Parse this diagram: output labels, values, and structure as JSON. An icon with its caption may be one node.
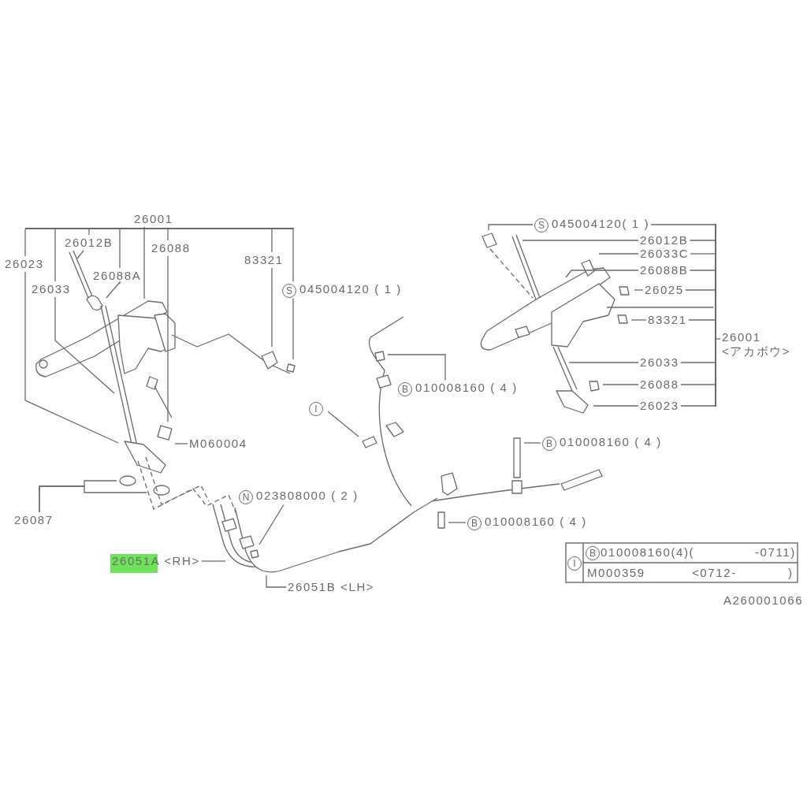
{
  "diagram": {
    "nodes": [
      {
        "text": [
          "26001"
        ]
      },
      {
        "text": [
          "26012B"
        ]
      },
      {
        "text": [
          "26088A"
        ]
      },
      {
        "text": [
          "26088"
        ]
      },
      {
        "text": [
          "26023"
        ]
      },
      {
        "text": [
          "26033"
        ]
      },
      {
        "text": [
          "83321"
        ]
      },
      {
        "text": [
          "S",
          "045004120 ( 1 )"
        ]
      },
      {
        "text": [
          "M060004"
        ]
      },
      {
        "text": [
          "26087"
        ]
      },
      {
        "text": [
          "N",
          "023808000 ( 2 )"
        ]
      },
      {
        "text": [
          "26051A <RH>"
        ]
      },
      {
        "text": [
          "26051B <LH>"
        ]
      },
      {
        "text": [
          "B",
          "010008160 ( 4 )"
        ]
      },
      {
        "text": [
          "I"
        ]
      },
      {
        "text": [
          "B",
          "010008160 ( 4 )"
        ]
      },
      {
        "text": [
          "B",
          "010008160 ( 4 )"
        ]
      },
      {
        "text": [
          "S",
          "045004120( 1 )"
        ]
      },
      {
        "text": [
          "26012B"
        ]
      },
      {
        "text": [
          "26033C"
        ]
      },
      {
        "text": [
          "26088B"
        ]
      },
      {
        "text": [
          "26025"
        ]
      },
      {
        "text": [
          "83321"
        ]
      },
      {
        "text": [
          "26001 <アカボウ>"
        ]
      },
      {
        "text": [
          "26033"
        ]
      },
      {
        "text": [
          "26088"
        ]
      },
      {
        "text": [
          "26023"
        ]
      },
      {
        "text": [
          "I"
        ]
      },
      {
        "text": [
          "B"
        ]
      },
      {
        "text": [],
        "shape": "bar"
      },
      {
        "text": [],
        "shape": "bar"
      }
    ],
    "edges": [
      {
        "from": 0,
        "to": null,
        "arrow": "none"
      },
      {
        "from": 1,
        "to": null,
        "arrow": "none"
      },
      {
        "from": 2,
        "to": null,
        "arrow": "none"
      },
      {
        "from": 3,
        "to": null,
        "arrow": "none"
      },
      {
        "from": 4,
        "to": null,
        "arrow": "none"
      },
      {
        "from": 5,
        "to": null,
        "arrow": "none"
      },
      {
        "from": 6,
        "to": null,
        "arrow": "none"
      },
      {
        "from": 7,
        "to": null,
        "arrow": "none"
      },
      {
        "from": 8,
        "to": null,
        "arrow": "none"
      },
      {
        "from": 9,
        "to": null,
        "arrow": "none"
      },
      {
        "from": 9,
        "to": null,
        "arrow": "none"
      },
      {
        "from": 10,
        "to": null,
        "arrow": "none"
      },
      {
        "from": 11,
        "to": null,
        "arrow": "none"
      },
      {
        "from": 12,
        "to": null,
        "arrow": "none"
      },
      {
        "from": 13,
        "to": null,
        "arrow": "none"
      },
      {
        "from": 14,
        "to": null,
        "arrow": "none"
      },
      {
        "from": 15,
        "to": null,
        "arrow": "none"
      },
      {
        "from": 16,
        "to": null,
        "arrow": "none"
      },
      {
        "from": 17,
        "to": null,
        "arrow": "none"
      },
      {
        "from": 18,
        "to": null,
        "arrow": "none"
      },
      {
        "from": 19,
        "to": null,
        "arrow": "none"
      },
      {
        "from": 20,
        "to": null,
        "arrow": "none"
      },
      {
        "from": 21,
        "to": null,
        "arrow": "none"
      },
      {
        "from": 22,
        "to": null,
        "arrow": "none"
      },
      {
        "from": 23,
        "to": 30,
        "arrow": "none"
      },
      {
        "from": 24,
        "to": null,
        "arrow": "none"
      },
      {
        "from": 25,
        "to": null,
        "arrow": "none"
      },
      {
        "from": 26,
        "to": null,
        "arrow": "none"
      },
      {
        "from": 30,
        "to": null,
        "arrow": "none"
      },
      {
        "from": 4,
        "to": 29,
        "arrow": "none"
      },
      {
        "from": 5,
        "to": 29,
        "arrow": "none"
      },
      {
        "from": 1,
        "to": 29,
        "arrow": "none"
      },
      {
        "from": 2,
        "to": 29,
        "arrow": "none"
      },
      {
        "from": 3,
        "to": 29,
        "arrow": "none"
      },
      {
        "from": 6,
        "to": 29,
        "arrow": "none"
      },
      {
        "from": 7,
        "to": 29,
        "arrow": "none"
      },
      {
        "from": 17,
        "to": 30,
        "arrow": "none"
      },
      {
        "from": 18,
        "to": 30,
        "arrow": "none"
      },
      {
        "from": 19,
        "to": 30,
        "arrow": "none"
      },
      {
        "from": 20,
        "to": 30,
        "arrow": "none"
      },
      {
        "from": 21,
        "to": 30,
        "arrow": "none"
      },
      {
        "from": 22,
        "to": 30,
        "arrow": "none"
      },
      {
        "from": 24,
        "to": 30,
        "arrow": "none"
      },
      {
        "from": 25,
        "to": 30,
        "arrow": "none"
      },
      {
        "from": 26,
        "to": 30,
        "arrow": "none"
      }
    ],
    "labels": [
      "010008160(4)(",
      "-0711)",
      "M000359",
      "<0712-",
      ")",
      "A260001066"
    ]
  }
}
